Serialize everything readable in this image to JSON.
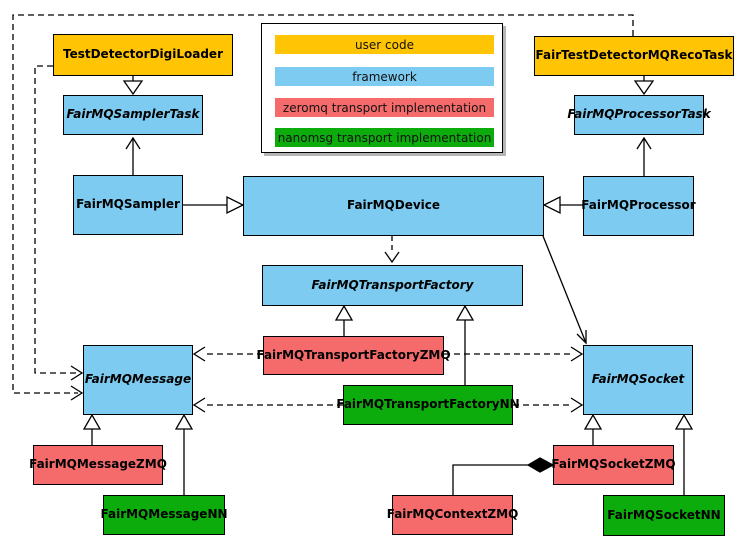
{
  "diagram": {
    "type": "uml-class-diagram",
    "subject": "FairMQ framework classes and transport implementations"
  },
  "colors": {
    "user_code": "#FFC403",
    "framework": "#7DCBF0",
    "zeromq": "#F56B6B",
    "nanomsg": "#0CAC0C",
    "box_border": "#000000",
    "background": "#FFFFFF",
    "line": "#000000"
  },
  "legend": {
    "items": [
      {
        "label": "user code",
        "category": "user_code"
      },
      {
        "label": "framework",
        "category": "framework"
      },
      {
        "label": "zeromq transport implementation",
        "category": "zeromq"
      },
      {
        "label": "nanomsg transport implementation",
        "category": "nanomsg"
      }
    ]
  },
  "nodes": [
    {
      "label": "TestDetectorDigiLoader",
      "category": "user_code",
      "abstract": false
    },
    {
      "label": "FairTestDetectorMQRecoTask",
      "category": "user_code",
      "abstract": false
    },
    {
      "label": "FairMQSamplerTask",
      "category": "framework",
      "abstract": true
    },
    {
      "label": "FairMQProcessorTask",
      "category": "framework",
      "abstract": true
    },
    {
      "label": "FairMQSampler",
      "category": "framework",
      "abstract": false
    },
    {
      "label": "FairMQDevice",
      "category": "framework",
      "abstract": false
    },
    {
      "label": "FairMQProcessor",
      "category": "framework",
      "abstract": false
    },
    {
      "label": "FairMQTransportFactory",
      "category": "framework",
      "abstract": true
    },
    {
      "label": "FairMQTransportFactoryZMQ",
      "category": "zeromq",
      "abstract": false
    },
    {
      "label": "FairMQTransportFactoryNN",
      "category": "nanomsg",
      "abstract": false
    },
    {
      "label": "FairMQMessage",
      "category": "framework",
      "abstract": true
    },
    {
      "label": "FairMQSocket",
      "category": "framework",
      "abstract": true
    },
    {
      "label": "FairMQMessageZMQ",
      "category": "zeromq",
      "abstract": false
    },
    {
      "label": "FairMQMessageNN",
      "category": "nanomsg",
      "abstract": false
    },
    {
      "label": "FairMQContextZMQ",
      "category": "zeromq",
      "abstract": false
    },
    {
      "label": "FairMQSocketZMQ",
      "category": "zeromq",
      "abstract": false
    },
    {
      "label": "FairMQSocketNN",
      "category": "nanomsg",
      "abstract": false
    }
  ],
  "edges": [
    {
      "from": "TestDetectorDigiLoader",
      "to": "FairMQSamplerTask",
      "type": "inheritance-triangle"
    },
    {
      "from": "FairTestDetectorMQRecoTask",
      "to": "FairMQProcessorTask",
      "type": "inheritance-triangle"
    },
    {
      "from": "FairMQSampler",
      "to": "FairMQSamplerTask",
      "type": "solid-open-arrow"
    },
    {
      "from": "FairMQProcessor",
      "to": "FairMQProcessorTask",
      "type": "solid-open-arrow"
    },
    {
      "from": "FairMQSampler",
      "to": "FairMQDevice",
      "type": "inheritance-triangle"
    },
    {
      "from": "FairMQProcessor",
      "to": "FairMQDevice",
      "type": "inheritance-triangle"
    },
    {
      "from": "FairMQDevice",
      "to": "FairMQTransportFactory",
      "type": "dashed-open-arrow"
    },
    {
      "from": "FairMQDevice",
      "to": "FairMQSocket",
      "type": "solid-open-arrow"
    },
    {
      "from": "FairMQTransportFactoryZMQ",
      "to": "FairMQTransportFactory",
      "type": "inheritance-triangle"
    },
    {
      "from": "FairMQTransportFactoryNN",
      "to": "FairMQTransportFactory",
      "type": "inheritance-triangle"
    },
    {
      "from": "FairMQTransportFactoryZMQ",
      "to": "FairMQMessage",
      "type": "dashed-open-arrow"
    },
    {
      "from": "FairMQTransportFactoryZMQ",
      "to": "FairMQSocket",
      "type": "dashed-open-arrow"
    },
    {
      "from": "FairMQTransportFactoryNN",
      "to": "FairMQMessage",
      "type": "dashed-open-arrow"
    },
    {
      "from": "FairMQTransportFactoryNN",
      "to": "FairMQSocket",
      "type": "dashed-open-arrow"
    },
    {
      "from": "TestDetectorDigiLoader",
      "to": "FairMQMessage",
      "type": "dashed-open-arrow"
    },
    {
      "from": "FairTestDetectorMQRecoTask",
      "to": "FairMQMessage",
      "type": "dashed-open-arrow"
    },
    {
      "from": "FairMQMessageZMQ",
      "to": "FairMQMessage",
      "type": "inheritance-triangle"
    },
    {
      "from": "FairMQMessageNN",
      "to": "FairMQMessage",
      "type": "inheritance-triangle"
    },
    {
      "from": "FairMQSocketZMQ",
      "to": "FairMQSocket",
      "type": "inheritance-triangle"
    },
    {
      "from": "FairMQSocketNN",
      "to": "FairMQSocket",
      "type": "inheritance-triangle"
    },
    {
      "from": "FairMQContextZMQ",
      "to": "FairMQSocketZMQ",
      "type": "composition-diamond"
    }
  ]
}
